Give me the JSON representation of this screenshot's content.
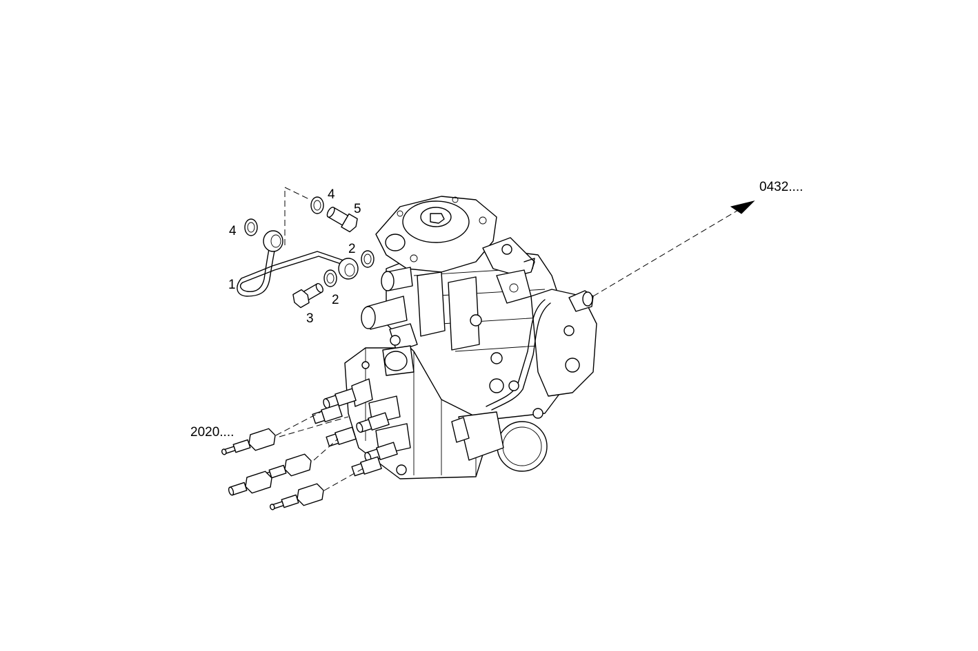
{
  "diagram": {
    "callouts": {
      "item_1": "1",
      "item_2a": "2",
      "item_2b": "2",
      "item_3": "3",
      "item_4a": "4",
      "item_4b": "4",
      "item_5": "5"
    },
    "references": {
      "upper_right": "0432....",
      "left": "2020...."
    },
    "colors": {
      "line": "#000000",
      "background": "#ffffff"
    }
  }
}
